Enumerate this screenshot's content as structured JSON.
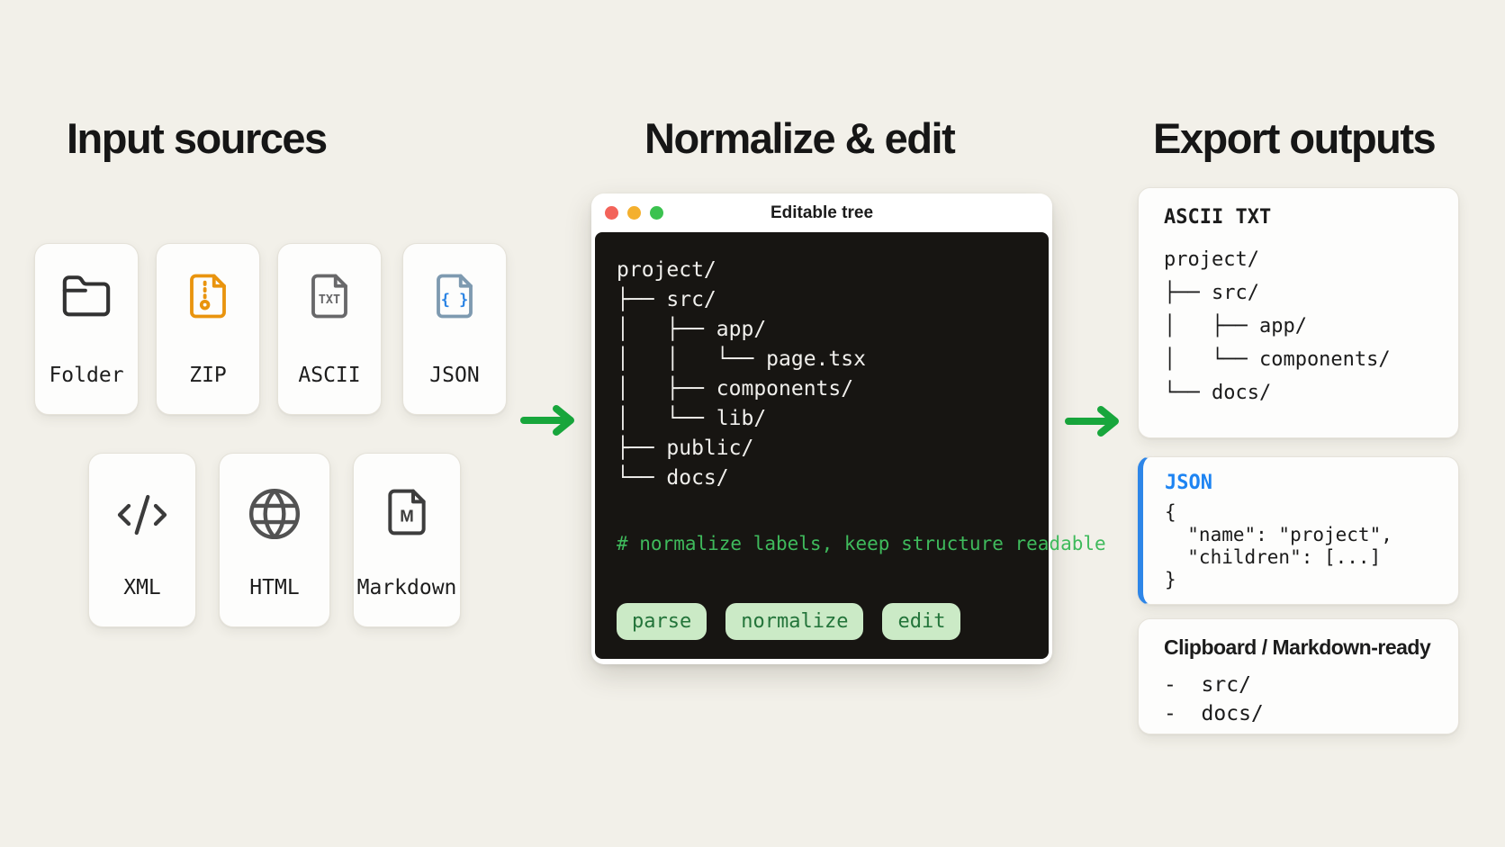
{
  "headings": {
    "input": "Input sources",
    "normalize": "Normalize & edit",
    "export": "Export outputs"
  },
  "input_cards": [
    {
      "label": "Folder",
      "icon": "folder"
    },
    {
      "label": "ZIP",
      "icon": "zip-file"
    },
    {
      "label": "ASCII",
      "icon": "txt-file"
    },
    {
      "label": "JSON",
      "icon": "json-file"
    },
    {
      "label": "XML",
      "icon": "code-brackets"
    },
    {
      "label": "HTML",
      "icon": "globe"
    },
    {
      "label": "Markdown",
      "icon": "markdown-file"
    }
  ],
  "window": {
    "title": "Editable tree",
    "tree_lines": [
      "project/",
      "├── src/",
      "│   ├── app/",
      "│   │   └── page.tsx",
      "│   ├── components/",
      "│   └── lib/",
      "├── public/",
      "└── docs/"
    ],
    "comment": "# normalize labels, keep structure readable",
    "buttons": [
      "parse",
      "normalize",
      "edit"
    ]
  },
  "exports": {
    "ascii": {
      "title": "ASCII TXT",
      "lines": [
        "project/",
        "├── src/",
        "│   ├── app/",
        "│   └── components/",
        "└── docs/"
      ]
    },
    "json": {
      "title": "JSON",
      "lines": [
        "{",
        "  \"name\": \"project\",",
        "  \"children\": [...]",
        "}"
      ]
    },
    "clipboard": {
      "title": "Clipboard / Markdown-ready",
      "lines": [
        "-  src/",
        "-  docs/"
      ]
    }
  },
  "colors": {
    "background": "#f2f0e9",
    "arrow_green": "#18a63c",
    "terminal_bg": "#171512",
    "terminal_text": "#f0efec",
    "comment_green": "#3fba5c",
    "button_bg": "#cbeac6",
    "button_text": "#23743a",
    "json_accent_blue": "#1e84f2",
    "zip_orange": "#e9940e",
    "traffic_red": "#f3635a",
    "traffic_yellow": "#f4b02e",
    "traffic_green": "#3bc24f"
  }
}
